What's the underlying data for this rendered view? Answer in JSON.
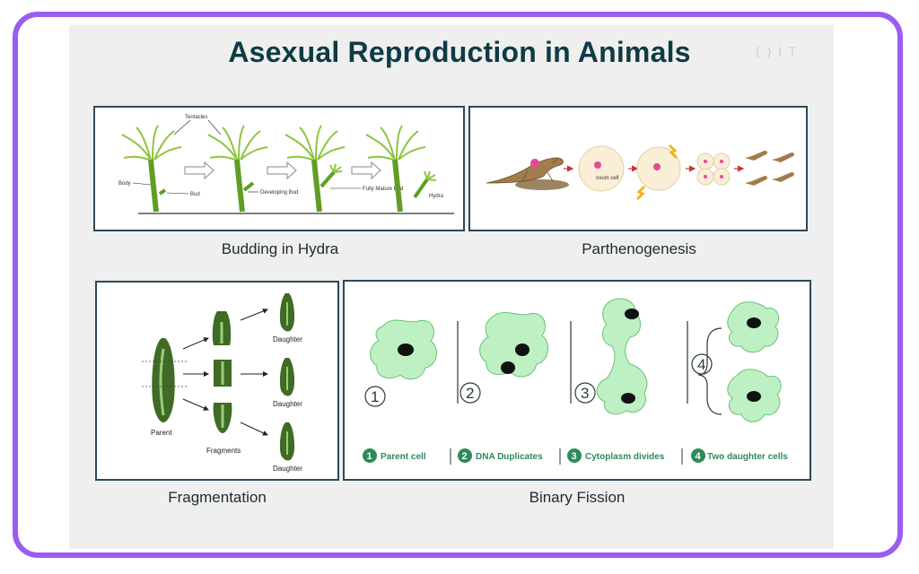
{
  "title": "Asexual Reproduction in Animals",
  "logo_text": "( ) I T",
  "colors": {
    "frame": "#9b5cf0",
    "title": "#0f3b45",
    "hydra_green": "#8cc63f",
    "cell_fill": "#bdf0c2",
    "legend_green": "#2e8a5a",
    "planaria": "#3f6b24"
  },
  "panels": {
    "budding": {
      "caption": "Budding in Hydra",
      "labels": {
        "tentacles": "Tentacles",
        "body": "Body",
        "bud": "Bud",
        "developing_bud": "Developing Bud",
        "fully_mature_bud": "Fully Mature Bud",
        "hydra": "Hydra"
      }
    },
    "parthenogenesis": {
      "caption": "Parthenogenesis",
      "labels": {
        "ovum": "ovum cell"
      }
    },
    "fragmentation": {
      "caption": "Fragmentation",
      "labels": {
        "parent": "Parent",
        "fragments": "Fragments",
        "daughter": "Daughter"
      }
    },
    "binary_fission": {
      "caption": "Binary Fission",
      "steps": [
        "1",
        "2",
        "3",
        "4"
      ],
      "legend": [
        {
          "num": "1",
          "label": "Parent cell"
        },
        {
          "num": "2",
          "label": "DNA Duplicates"
        },
        {
          "num": "3",
          "label": "Cytoplasm divides"
        },
        {
          "num": "4",
          "label": "Two daughter cells"
        }
      ]
    }
  }
}
